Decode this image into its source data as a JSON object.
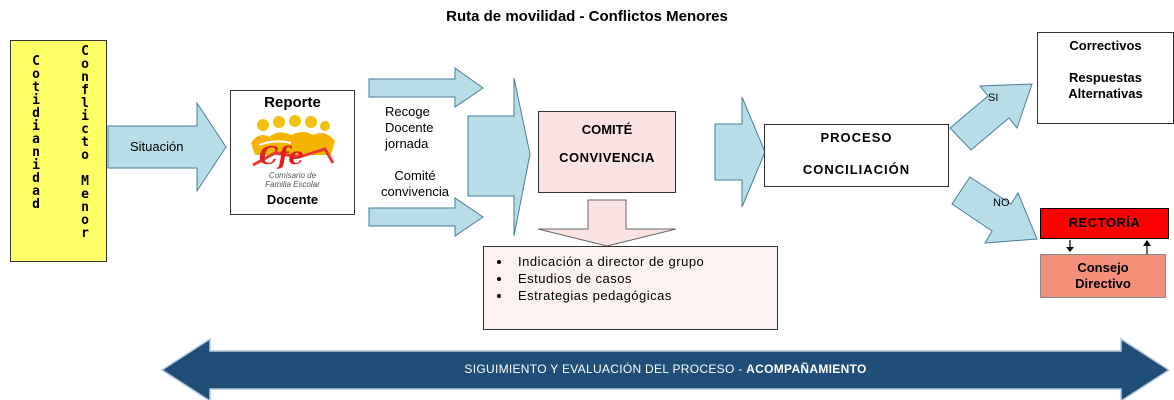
{
  "title": "Ruta de movilidad - Conflictos Menores",
  "left_box": {
    "col1": [
      "C",
      "o",
      "t",
      "i",
      "d",
      "i",
      "a",
      "n",
      "i",
      "d",
      "a",
      "d"
    ],
    "col2": [
      "C",
      "o",
      "n",
      "f",
      "l",
      "i",
      "c",
      "t",
      "o",
      " ",
      "M",
      "e",
      "n",
      "o",
      "r"
    ]
  },
  "situacion_label": "Situación",
  "reporte": {
    "title": "Reporte",
    "logo_letters": "Cfe",
    "logo_line1": "Comisario de",
    "logo_line2": "Familia Escolar",
    "footer": "Docente"
  },
  "recoge_label": [
    "Recoge",
    "Docente",
    "jornada"
  ],
  "comite_conv_label": [
    "Comité",
    "convivencia"
  ],
  "comite_box": {
    "line1": "COMITÉ",
    "line2": "CONVIVENCIA"
  },
  "bullets": [
    "Indicación a director de grupo",
    "Estudios de casos",
    "Estrategias pedagógicas"
  ],
  "proceso_box": {
    "line1": "PROCESO",
    "line2": "CONCILIACIÓN"
  },
  "si_label": "SI",
  "no_label": "NO",
  "correctivos_box": {
    "line1": "Correctivos",
    "line2": "Respuestas",
    "line3": "Alternativas"
  },
  "rectoria": "RECTORÍA",
  "consejo": [
    "Consejo",
    "Directivo"
  ],
  "bottom_arrow": {
    "text_normal": "SIGUIMIENTO Y EVALUACIÓN DEL PROCESO - ",
    "text_bold": "ACOMPAÑAMIENTO"
  },
  "colors": {
    "arrow_fill": "#b7dde8",
    "arrow_stroke": "#4a7f97",
    "yellow": "#ffff66",
    "pink": "#fbe3e3",
    "rectoria_red": "#ff0000",
    "consejo_salmon": "#f4907a",
    "dark_blue": "#1f4e79"
  }
}
